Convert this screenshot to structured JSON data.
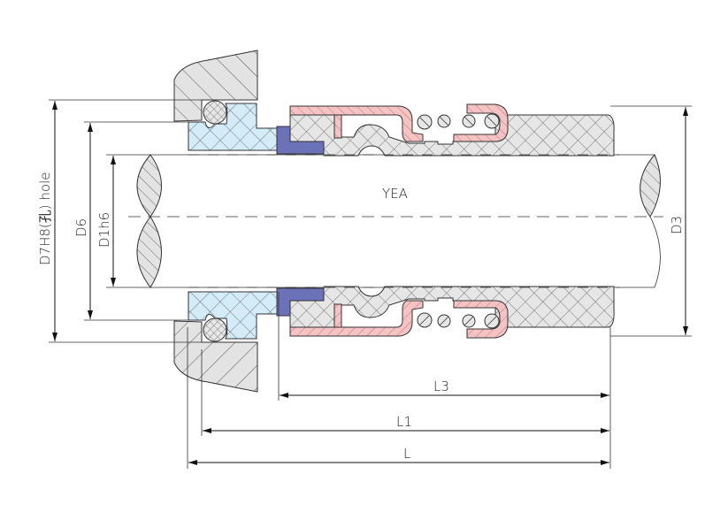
{
  "drawing": {
    "title_label": "YEA",
    "dimensions": {
      "housing_bore": "D7H8(孔) hole",
      "seat_diameter": "D6",
      "shaft_diameter": "D1h6",
      "outer_diameter": "D3",
      "length_l3": "L3",
      "length_l1": "L1",
      "length_l": "L"
    },
    "colors": {
      "gland": "#e3e3e3",
      "seat": "#d4ecf8",
      "face_ring": "#6b72b8",
      "retainer": "#f5c3c3",
      "bellows": "#e6e6e6"
    }
  }
}
